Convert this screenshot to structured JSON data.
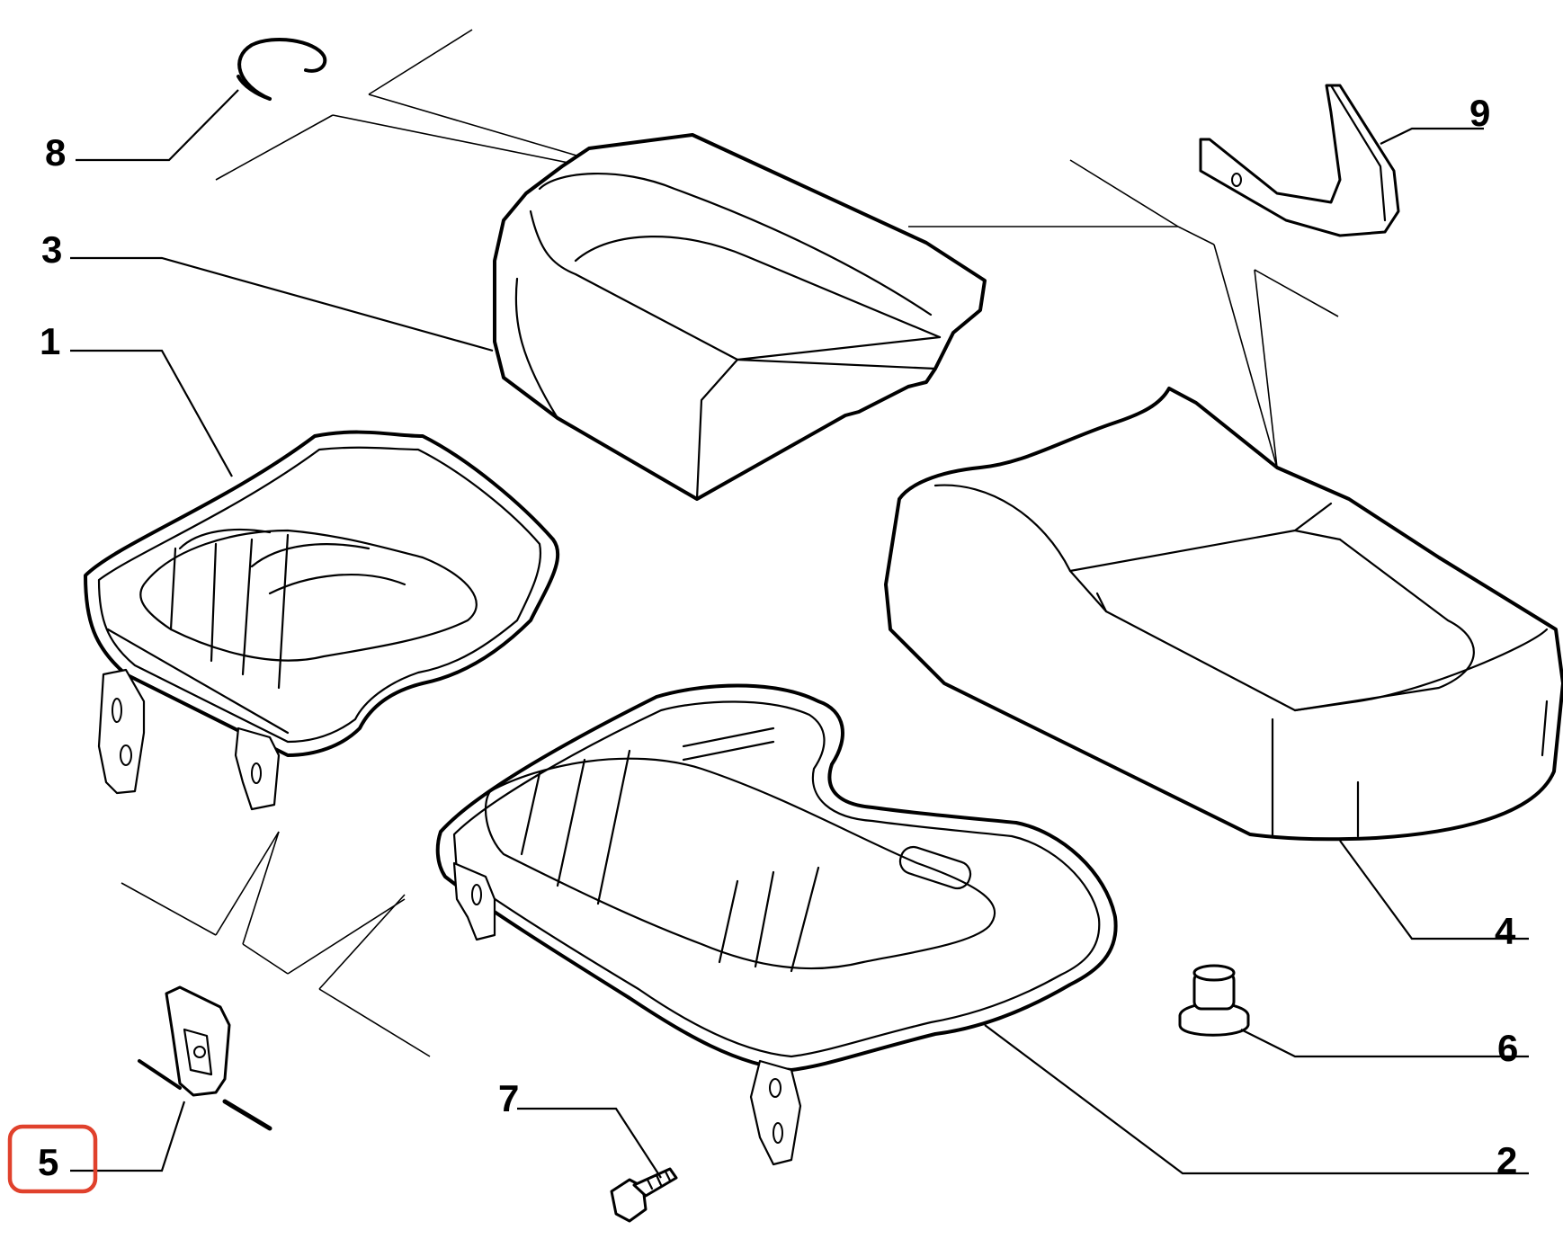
{
  "callouts": [
    {
      "id": "1",
      "label": "1"
    },
    {
      "id": "2",
      "label": "2"
    },
    {
      "id": "3",
      "label": "3"
    },
    {
      "id": "4",
      "label": "4"
    },
    {
      "id": "5",
      "label": "5"
    },
    {
      "id": "6",
      "label": "6"
    },
    {
      "id": "7",
      "label": "7"
    },
    {
      "id": "8",
      "label": "8"
    },
    {
      "id": "9",
      "label": "9"
    }
  ],
  "highlighted_callout": "5",
  "colors": {
    "line": "#000000",
    "background": "#ffffff",
    "highlight": "#e0412c"
  }
}
